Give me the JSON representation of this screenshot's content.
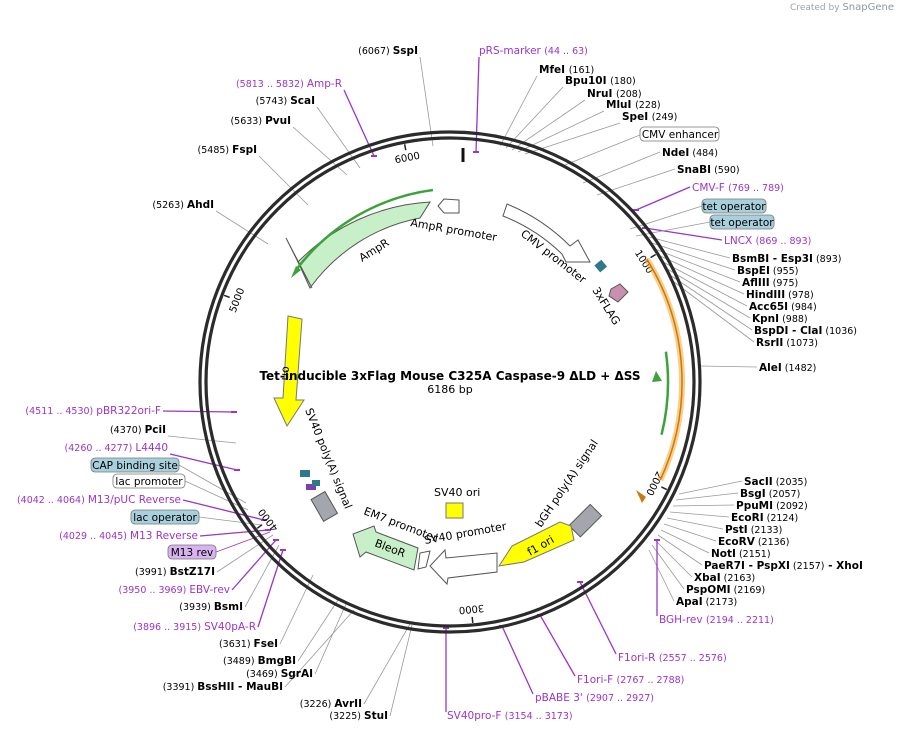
{
  "app": {
    "watermark_prefix": "Created by",
    "watermark_brand": "SnapGene"
  },
  "plasmid": {
    "name": "Tet-inducible 3xFlag Mouse C325A Caspase-9 ΔLD + ΔSS",
    "size_label": "6186 bp"
  },
  "colors": {
    "backbone": "#2b2b2b",
    "line": "#999999",
    "purple": "#9a35c8",
    "enzyme": "#000000",
    "ampr": "#c8f0c8",
    "ori": "#ffff00",
    "cmv_promoter": "#ffffff",
    "bleor": "#c8f0c8",
    "f1_ori": "#ffff00",
    "sv40_poly": "#a3a7ad",
    "bgh_poly": "#a3a7ad",
    "caspase_orange": "#f5a623",
    "orf_green": "#3aa33a",
    "tet_box": "#a8d0dc",
    "m13_box": "#d9b3f0"
  },
  "ring_ticks": [
    {
      "label": "1000",
      "angle": 58.2
    },
    {
      "label": "2000",
      "angle": 116.4
    },
    {
      "label": "3000",
      "angle": 174.6
    },
    {
      "label": "4000",
      "angle": 232.8
    },
    {
      "label": "5000",
      "angle": 291.0
    },
    {
      "label": "6000",
      "angle": 349.2
    }
  ],
  "features": [
    {
      "label": "AmpR promoter",
      "icon": "promoter-arrow"
    },
    {
      "label": "AmpR",
      "icon": "cds-arrow"
    },
    {
      "label": "ori",
      "icon": "ori-arrow"
    },
    {
      "label": "CMV promoter",
      "icon": "promoter-arrow"
    },
    {
      "label": "3xFLAG",
      "icon": "tag-arrow"
    },
    {
      "label": "SV40 poly(A) signal",
      "icon": "terminator-box"
    },
    {
      "label": "bGH poly(A) signal",
      "icon": "terminator-box"
    },
    {
      "label": "f1 ori",
      "icon": "ori-arrow"
    },
    {
      "label": "SV40 ori",
      "icon": "ori-box"
    },
    {
      "label": "SV40 promoter",
      "icon": "promoter-arrow"
    },
    {
      "label": "EM7 promoter",
      "icon": "promoter-arrow"
    },
    {
      "label": "BleoR",
      "icon": "cds-arrow"
    }
  ],
  "left_labels": [
    {
      "pos": "(6067)",
      "name": "SspI",
      "purple": false
    },
    {
      "pos": "(5813 .. 5832)",
      "name": "Amp-R",
      "purple": true
    },
    {
      "pos": "(5743)",
      "name": "ScaI",
      "purple": false
    },
    {
      "pos": "(5633)",
      "name": "PvuI",
      "purple": false
    },
    {
      "pos": "(5485)",
      "name": "FspI",
      "purple": false
    },
    {
      "pos": "(5263)",
      "name": "AhdI",
      "purple": false
    },
    {
      "pos": "(4511 .. 4530)",
      "name": "pBR322ori-F",
      "purple": true
    },
    {
      "pos": "(4370)",
      "name": "PciI",
      "purple": false
    },
    {
      "pos": "(4260 .. 4277)",
      "name": "L4440",
      "purple": true
    },
    {
      "pos": "(4042 .. 4064)",
      "name": "M13/pUC Reverse",
      "purple": true
    },
    {
      "pos": "(4029 .. 4045)",
      "name": "M13 Reverse",
      "purple": true
    },
    {
      "pos": "(3991)",
      "name": "BstZ17I",
      "purple": false
    },
    {
      "pos": "(3950 .. 3969)",
      "name": "EBV-rev",
      "purple": true
    },
    {
      "pos": "(3939)",
      "name": "BsmI",
      "purple": false
    },
    {
      "pos": "(3896 .. 3915)",
      "name": "SV40pA-R",
      "purple": true
    },
    {
      "pos": "(3631)",
      "name": "FseI",
      "purple": false
    },
    {
      "pos": "(3489)",
      "name": "BmgBI",
      "purple": false
    },
    {
      "pos": "(3469)",
      "name": "SgrAI",
      "purple": false
    },
    {
      "pos": "(3391)",
      "name": "BssHII",
      "purple": false,
      "extra": "- MauBI"
    },
    {
      "pos": "(3226)",
      "name": "AvrII",
      "purple": false
    },
    {
      "pos": "(3225)",
      "name": "StuI",
      "purple": false
    }
  ],
  "left_boxes": [
    "CAP binding site",
    "lac promoter",
    "lac operator",
    "M13 rev"
  ],
  "top_labels": [
    {
      "name": "pRS-marker",
      "pos": "(44 .. 63)",
      "purple": true
    },
    {
      "name": "MfeI",
      "pos": "(161)"
    },
    {
      "name": "Bpu10I",
      "pos": "(180)"
    },
    {
      "name": "NruI",
      "pos": "(208)"
    },
    {
      "name": "MluI",
      "pos": "(228)"
    },
    {
      "name": "SpeI",
      "pos": "(249)"
    }
  ],
  "cmv_enhancer": "CMV enhancer",
  "right_labels": [
    {
      "name": "NdeI",
      "pos": "(484)",
      "purple": false
    },
    {
      "name": "SnaBI",
      "pos": "(590)",
      "purple": false
    },
    {
      "name": "CMV-F",
      "pos": "(769 .. 789)",
      "purple": true
    },
    {
      "name": "LNCX",
      "pos": "(869 .. 893)",
      "purple": true
    },
    {
      "name": "BsmBI",
      "pos": "(893)",
      "purple": false,
      "extra": "- Esp3I"
    },
    {
      "name": "BspEI",
      "pos": "(955)",
      "purple": false
    },
    {
      "name": "AflIII",
      "pos": "(975)",
      "purple": false
    },
    {
      "name": "HindIII",
      "pos": "(978)",
      "purple": false
    },
    {
      "name": "Acc65I",
      "pos": "(984)",
      "purple": false
    },
    {
      "name": "KpnI",
      "pos": "(988)",
      "purple": false
    },
    {
      "name": "BspDI",
      "pos": "(1036)",
      "purple": false,
      "extra": "- ClaI"
    },
    {
      "name": "RsrII",
      "pos": "(1073)",
      "purple": false
    },
    {
      "name": "AleI",
      "pos": "(1482)",
      "purple": false
    },
    {
      "name": "SacII",
      "pos": "(2035)",
      "purple": false
    },
    {
      "name": "BsgI",
      "pos": "(2057)",
      "purple": false
    },
    {
      "name": "PpuMI",
      "pos": "(2092)",
      "purple": false
    },
    {
      "name": "EcoRI",
      "pos": "(2124)",
      "purple": false
    },
    {
      "name": "PstI",
      "pos": "(2133)",
      "purple": false
    },
    {
      "name": "EcoRV",
      "pos": "(2136)",
      "purple": false
    },
    {
      "name": "NotI",
      "pos": "(2151)",
      "purple": false
    },
    {
      "name": "PaeR7I",
      "pos": "(2157)",
      "purple": false,
      "extra": "- PspXI",
      "extra2": "- XhoI"
    },
    {
      "name": "XbaI",
      "pos": "(2163)",
      "purple": false
    },
    {
      "name": "PspOMI",
      "pos": "(2169)",
      "purple": false
    },
    {
      "name": "ApaI",
      "pos": "(2173)",
      "purple": false
    }
  ],
  "tet_boxes": [
    "tet operator",
    "tet operator"
  ],
  "bottom_labels": [
    {
      "name": "BGH-rev",
      "pos": "(2194 .. 2211)"
    },
    {
      "name": "F1ori-R",
      "pos": "(2557 .. 2576)"
    },
    {
      "name": "F1ori-F",
      "pos": "(2767 .. 2788)"
    },
    {
      "name": "pBABE 3'",
      "pos": "(2907 .. 2927)"
    },
    {
      "name": "SV40pro-F",
      "pos": "(3154 .. 3173)"
    }
  ]
}
